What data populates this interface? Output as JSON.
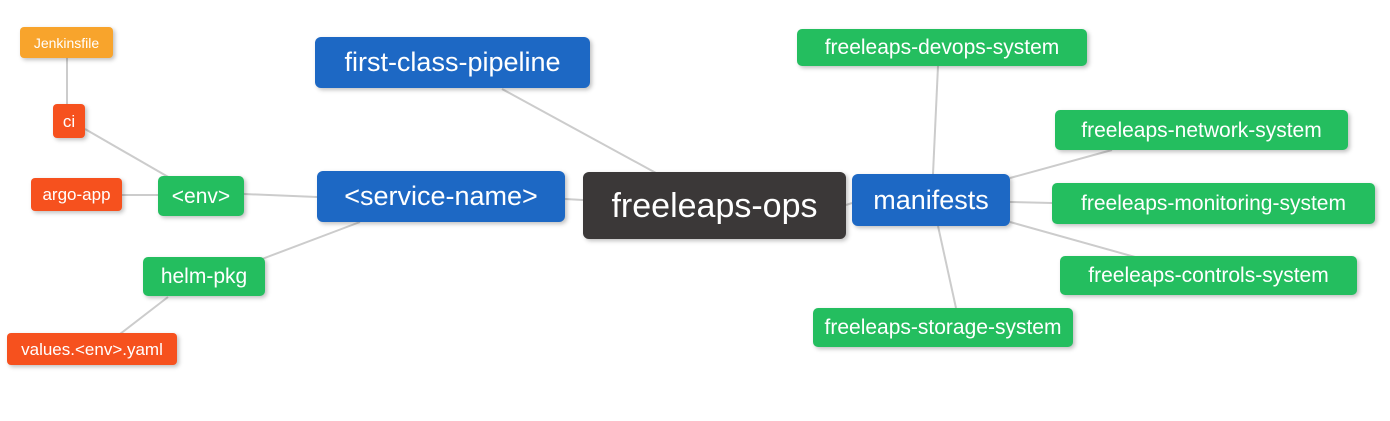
{
  "diagram": {
    "type": "mindmap",
    "root": "freeleaps-ops",
    "colors": {
      "root_node": "#3b3838",
      "level1_node": "#1d68c4",
      "level2_node": "#24be5f",
      "level3_node": "#f6511e",
      "level4_node": "#f8a42c",
      "edge": "#cccccc",
      "node_text": "#ffffff",
      "background": "#ffffff"
    },
    "nodes": {
      "freeleaps_ops": {
        "label": "freeleaps-ops"
      },
      "first_class_pipeline": {
        "label": "first-class-pipeline"
      },
      "service_name": {
        "label": "<service-name>"
      },
      "manifests": {
        "label": "manifests"
      },
      "env": {
        "label": "<env>"
      },
      "helm_pkg": {
        "label": "helm-pkg"
      },
      "ci": {
        "label": "ci"
      },
      "argo_app": {
        "label": "argo-app"
      },
      "jenkinsfile": {
        "label": "Jenkinsfile"
      },
      "values_env_yaml": {
        "label": "values.<env>.yaml"
      },
      "devops_system": {
        "label": "freeleaps-devops-system"
      },
      "network_system": {
        "label": "freeleaps-network-system"
      },
      "monitoring_system": {
        "label": "freeleaps-monitoring-system"
      },
      "controls_system": {
        "label": "freeleaps-controls-system"
      },
      "storage_system": {
        "label": "freeleaps-storage-system"
      }
    },
    "edges": [
      [
        "freeleaps-ops",
        "first-class-pipeline"
      ],
      [
        "freeleaps-ops",
        "<service-name>"
      ],
      [
        "freeleaps-ops",
        "manifests"
      ],
      [
        "<service-name>",
        "<env>"
      ],
      [
        "<service-name>",
        "helm-pkg"
      ],
      [
        "<env>",
        "ci"
      ],
      [
        "<env>",
        "argo-app"
      ],
      [
        "ci",
        "Jenkinsfile"
      ],
      [
        "helm-pkg",
        "values.<env>.yaml"
      ],
      [
        "manifests",
        "freeleaps-devops-system"
      ],
      [
        "manifests",
        "freeleaps-network-system"
      ],
      [
        "manifests",
        "freeleaps-monitoring-system"
      ],
      [
        "manifests",
        "freeleaps-controls-system"
      ],
      [
        "manifests",
        "freeleaps-storage-system"
      ]
    ]
  }
}
